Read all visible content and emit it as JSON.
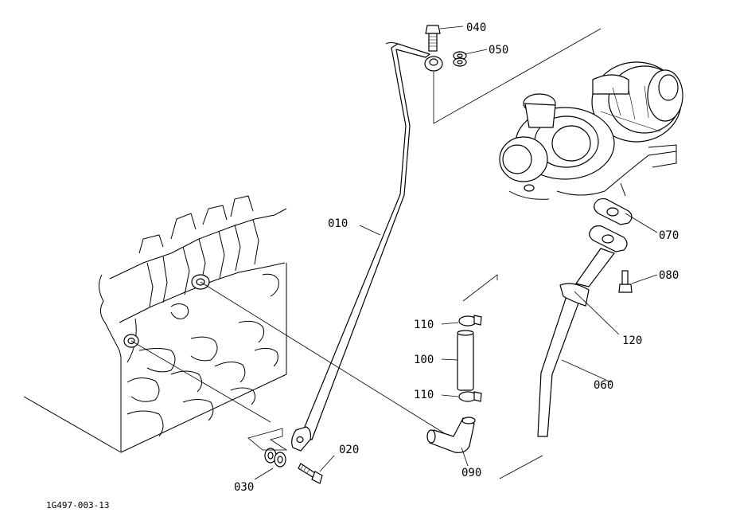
{
  "parts": [
    {
      "id": "p010",
      "number": "010"
    },
    {
      "id": "p020",
      "number": "020"
    },
    {
      "id": "p030",
      "number": "030"
    },
    {
      "id": "p040",
      "number": "040"
    },
    {
      "id": "p050",
      "number": "050"
    },
    {
      "id": "p060",
      "number": "060"
    },
    {
      "id": "p070",
      "number": "070"
    },
    {
      "id": "p080",
      "number": "080"
    },
    {
      "id": "p090",
      "number": "090"
    },
    {
      "id": "p100",
      "number": "100"
    },
    {
      "id": "p110a",
      "number": "110"
    },
    {
      "id": "p110b",
      "number": "110"
    },
    {
      "id": "p120",
      "number": "120"
    }
  ],
  "drawing_code": "1G497-003-13"
}
